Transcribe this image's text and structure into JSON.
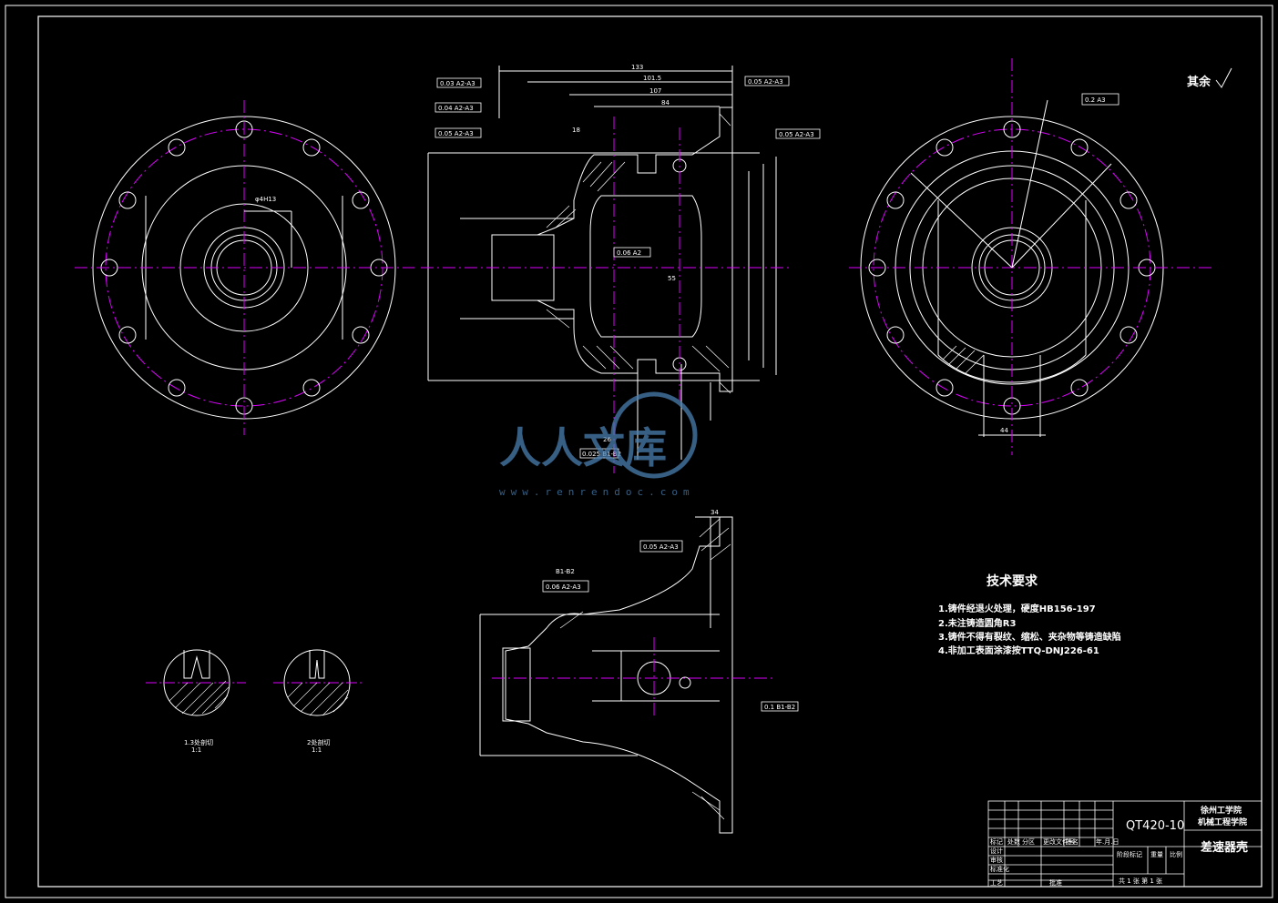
{
  "drawing": {
    "roughness_note": "其余",
    "tech_requirements": {
      "title": "技术要求",
      "items": [
        "1.铸件经退火处理，硬度HB156-197",
        "2.未注铸造圆角R3",
        "3.铸件不得有裂纹、缩松、夹杂物等铸造缺陷",
        "4.非加工表面涂漆按TTQ-DNJ226-61"
      ]
    },
    "section_labels": {
      "left": "1.3处剖切",
      "left_sub": "1:1",
      "right": "2处剖切",
      "right_sub": "1:1",
      "view_b": "B1-B2"
    },
    "dimensions": {
      "top_overall": "133",
      "top_inner": "101.5",
      "top_mid": "107",
      "top_right": "84",
      "left_ref": "18",
      "bottom": "26",
      "bottom_b": "55",
      "flange": "34",
      "right_width": "44"
    },
    "tolerances": {
      "tol_a": "0.03  A2-A3",
      "tol_b": "0.04  A2-A3",
      "tol_c": "0.05  A2-A3",
      "tol_d": "0.05  A2-A3",
      "tol_e": "0.05  A2-A3",
      "tol_f": "0.06  A2",
      "tol_g": "0.025  B1-B2",
      "tol_h": "0.05  A2-A3",
      "tol_i": "0.06  A2-A3",
      "tol_j": "0.1  B1-B2",
      "tol_k": "0.2  A3"
    },
    "title_block": {
      "material": "QT420-10",
      "school_line1": "徐州工学院",
      "school_line2": "机械工程学院",
      "part_name": "差速器壳",
      "designer_label": "设计",
      "checker_label": "审核",
      "process_label": "工艺",
      "standard_label": "标准化",
      "approve_label": "批准",
      "scale_label": "比例",
      "weight_label": "重量",
      "stage_label": "阶段标记",
      "sheet_info": "共 1 张  第 1 张",
      "mark_label": "标记",
      "count_label": "处数",
      "zone_label": "分区",
      "doc_label": "更改文件号",
      "sign_label": "签名",
      "date_label": "年.月.日"
    },
    "watermark": {
      "brand": "人人文库",
      "url": "www.renrendoc.com"
    }
  }
}
